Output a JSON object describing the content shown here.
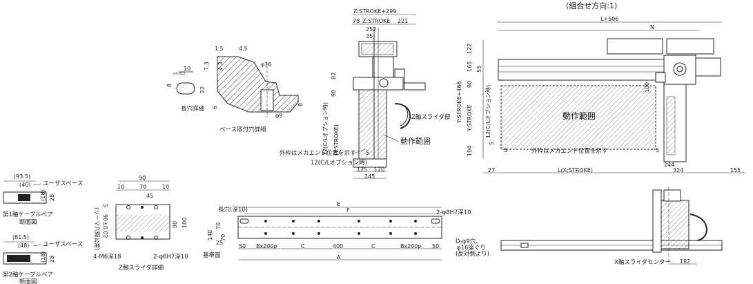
{
  "header": {
    "assembly_direction": "(組合せ方向:1)"
  },
  "slot_detail": {
    "title": "長穴詳細",
    "dims": {
      "w": "10",
      "h": "8",
      "tol": "+0.015\n0"
    }
  },
  "base_hole_detail": {
    "title": "ベース取付穴詳細",
    "dims": [
      "1.5",
      "4.5",
      "7.3",
      "4.3",
      "22",
      "6",
      "φ16",
      "φ9",
      "8"
    ]
  },
  "side_view": {
    "top_dims": [
      "Z:STROKE+299",
      "78",
      "Z:STROKE",
      "221",
      "252",
      "35"
    ],
    "left_dims": [
      "82",
      "90",
      "12(C/Lオプション時)",
      "(Y:STROKE)"
    ],
    "labels": {
      "z_slider": "Z軸スライダ部",
      "working_range": "動作範囲",
      "outer_frame": "外枠はメカエンド位置を示す",
      "cl_option": "12(C/Lオプション時)"
    },
    "bottom_dims": [
      "5",
      "125",
      "120",
      "245"
    ]
  },
  "front_view": {
    "top_dims": [
      "L+506",
      "N"
    ],
    "left_dims": [
      "122",
      "165",
      "55",
      "90",
      "Y:STROKE+466",
      "Y:STROKE",
      "12(C/Lオプション時)",
      "5",
      "104"
    ],
    "labels": {
      "working_range": "動作範囲",
      "outer_frame": "外枠はメカエンド位置を示す",
      "right_100": "100"
    },
    "bottom_dims": [
      "27",
      "L(X:STROKE)",
      "5",
      "5",
      "244",
      "324",
      "155"
    ]
  },
  "cable_pair_1": {
    "title_line1": "第1軸ケーブルベア",
    "title_line2": "断面図",
    "user_space": "ユーザスペース",
    "dims": [
      "(93.5)",
      "(40)",
      "(18)",
      "28"
    ]
  },
  "cable_pair_2": {
    "title_line1": "第2軸ケーブルベア",
    "title_line2": "断面図",
    "user_space": "ユーザスペース",
    "dims": [
      "(81.5)",
      "(48)",
      "(18)",
      "28"
    ]
  },
  "z_slider_detail": {
    "title": "Z軸スライダ詳細",
    "dims": [
      "90",
      "10",
      "70",
      "10",
      "45",
      "5",
      "(リーマ穴間公差)",
      "90±0.02",
      "90",
      "100"
    ],
    "labels": {
      "m6": "4-M6深18",
      "pin": "2-φ6H7深10"
    }
  },
  "base_view": {
    "labels": {
      "slot": "長穴(深10)",
      "pin": "2-φ8H7深10",
      "holes": "D-φ9穴、",
      "counterbore": "φ16座ぐり",
      "opposite": "(反対側より)",
      "ref_face": "基準面"
    },
    "dims": [
      "E",
      "F",
      "50",
      "Bx200p",
      "C",
      "400",
      "C",
      "Bx200p",
      "50",
      "A",
      "140",
      "70",
      "70",
      "25"
    ]
  },
  "x_slider_view": {
    "label": "X軸スライダセンター",
    "dims": [
      "182"
    ]
  }
}
